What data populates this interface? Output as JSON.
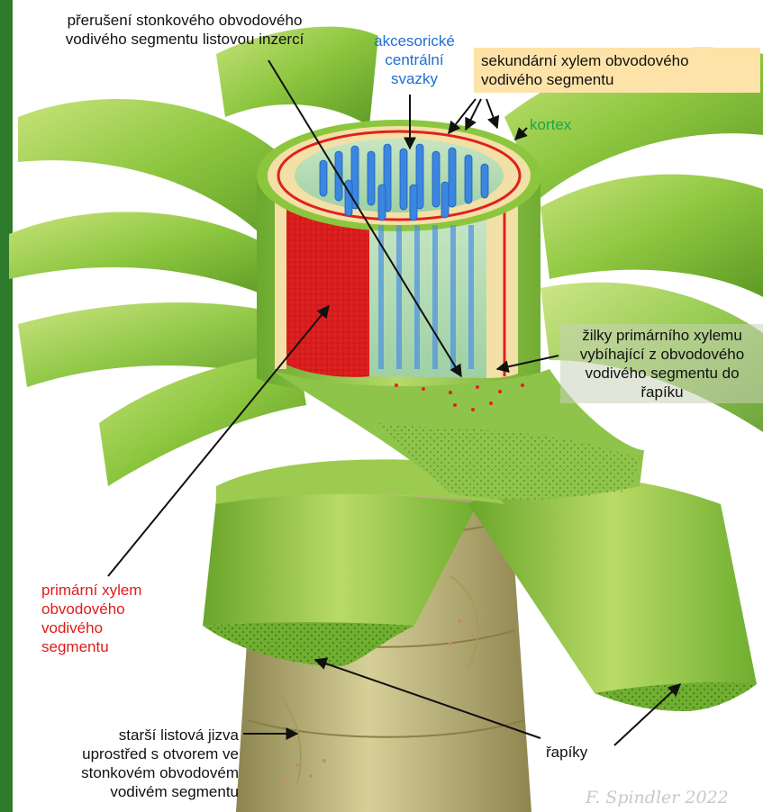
{
  "labels": {
    "interruption": [
      "přerušení stonkového obvodového",
      "vodivého segmentu listovou inzercí"
    ],
    "central_bundles": [
      "akcesorické",
      "centrální",
      "svazky"
    ],
    "secondary_xylem": [
      "sekundární xylem obvodového",
      "vodivého segmentu"
    ],
    "cortex": "kortex",
    "primary_xylem_veins": [
      "žilky primárního xylemu",
      "vybíhající z obvodového",
      "vodivého segmentu do",
      "řapíku"
    ],
    "primary_xylem": [
      "primární xylem",
      "obvodového",
      "vodivého",
      "segmentu"
    ],
    "leaf_scar": [
      "starší listová jizva",
      "uprostřed s otvorem ve",
      "stonkovém obvodovém",
      "vodivém segmentu"
    ],
    "petioles": "řapíky"
  },
  "signature": "F. Spindler 2022",
  "colors": {
    "label_text": "#111111",
    "central_bundles": "#1d6fd1",
    "cortex": "#19a64a",
    "primary_xylem": "#e01b1b",
    "secondary_xylem_box": "#fde3a8",
    "leaf_green": "#8cc63f",
    "trunk": "#c9bf86"
  }
}
